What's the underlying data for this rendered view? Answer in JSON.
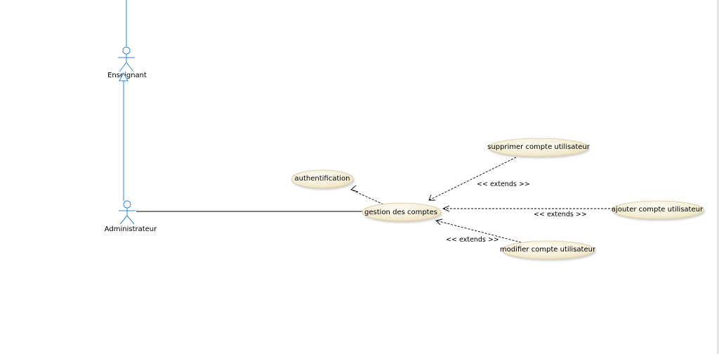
{
  "colors": {
    "actor": "#2a86d6",
    "usecase_fill": "#f7f0dc",
    "usecase_stroke": "#d6c9a4",
    "association": "#000000",
    "dependency": "#000000"
  },
  "actors": {
    "enseignant": {
      "label": "Enseignant",
      "icon": "actor-stick-figure-icon"
    },
    "administrateur": {
      "label": "Administrateur",
      "icon": "actor-stick-figure-icon"
    }
  },
  "usecases": {
    "authentification": "authentification",
    "gestion": "gestion des comptes",
    "supprimer": "supprimer compte utilisateur",
    "ajouter": "ajouter compte utilisateur",
    "modifier": "modifier compte utilisateur"
  },
  "relationships": {
    "extends_supprimer": "<< extends >>",
    "extends_ajouter": "<< extends >>",
    "extends_modifier": "<< extends >>"
  }
}
